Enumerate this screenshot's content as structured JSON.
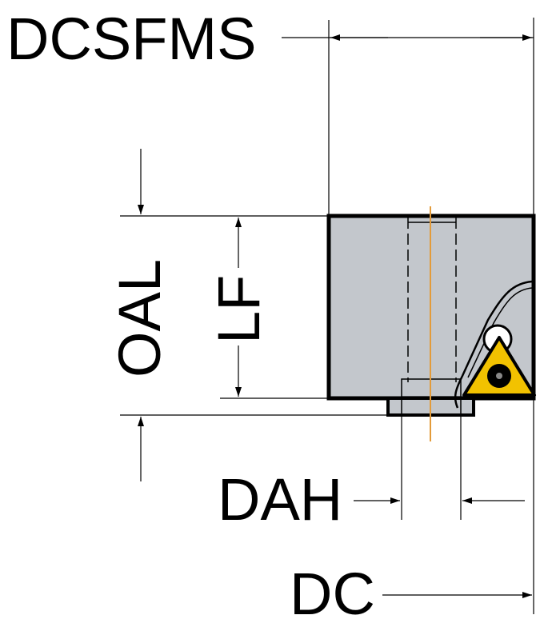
{
  "labels": {
    "dcsfms": "DCSFMS",
    "oal": "OAL",
    "lf": "LF",
    "dah": "DAH",
    "dc": "DC"
  },
  "colors": {
    "body": "#c3c7cc",
    "insert": "#f2c200",
    "centerline": "#e39b3a",
    "line": "#000000"
  }
}
